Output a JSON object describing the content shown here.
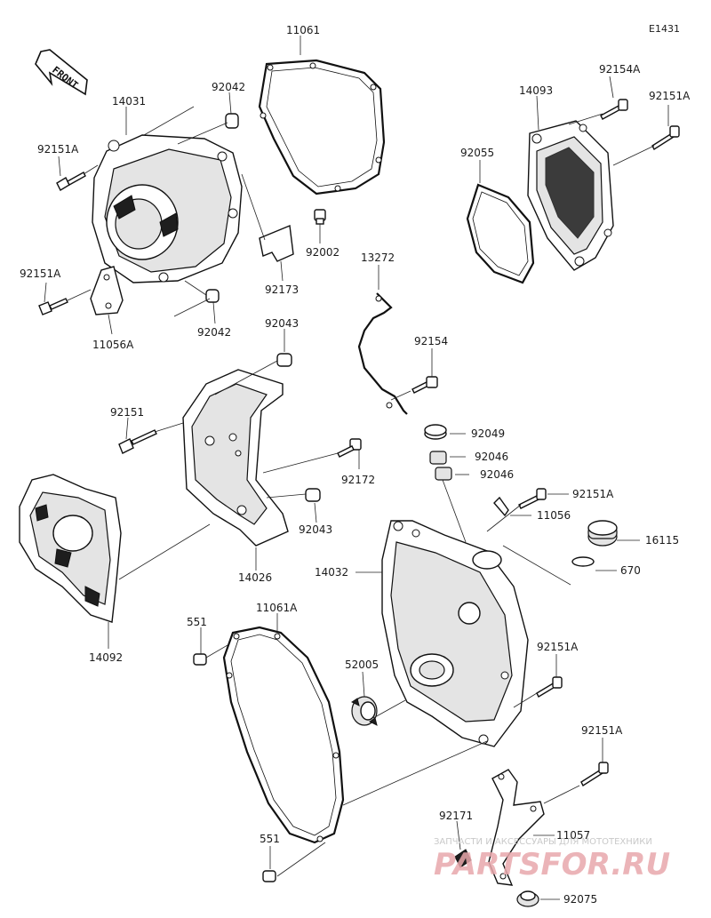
{
  "diagram": {
    "code": "E1431",
    "front_label": "FRONT",
    "parts": [
      {
        "id": "p11061",
        "label": "11061"
      },
      {
        "id": "p92042a",
        "label": "92042"
      },
      {
        "id": "p14031",
        "label": "14031"
      },
      {
        "id": "p92151A_a",
        "label": "92151A"
      },
      {
        "id": "p92002",
        "label": "92002"
      },
      {
        "id": "p92173",
        "label": "92173"
      },
      {
        "id": "p92151A_b",
        "label": "92151A"
      },
      {
        "id": "p11056A",
        "label": "11056A"
      },
      {
        "id": "p92042b",
        "label": "92042"
      },
      {
        "id": "p92154A",
        "label": "92154A"
      },
      {
        "id": "p14093",
        "label": "14093"
      },
      {
        "id": "p92151A_c",
        "label": "92151A"
      },
      {
        "id": "p92055",
        "label": "92055"
      },
      {
        "id": "p13272",
        "label": "13272"
      },
      {
        "id": "p92043a",
        "label": "92043"
      },
      {
        "id": "p92154",
        "label": "92154"
      },
      {
        "id": "p92151",
        "label": "92151"
      },
      {
        "id": "p92049",
        "label": "92049"
      },
      {
        "id": "p92046a",
        "label": "92046"
      },
      {
        "id": "p92046b",
        "label": "92046"
      },
      {
        "id": "p92172",
        "label": "92172"
      },
      {
        "id": "p92151A_d",
        "label": "92151A"
      },
      {
        "id": "p11056",
        "label": "11056"
      },
      {
        "id": "p92043b",
        "label": "92043"
      },
      {
        "id": "p16115",
        "label": "16115"
      },
      {
        "id": "p14032",
        "label": "14032"
      },
      {
        "id": "p670",
        "label": "670"
      },
      {
        "id": "p14026",
        "label": "14026"
      },
      {
        "id": "p14092",
        "label": "14092"
      },
      {
        "id": "p551a",
        "label": "551"
      },
      {
        "id": "p11061A",
        "label": "11061A"
      },
      {
        "id": "p92151A_e",
        "label": "92151A"
      },
      {
        "id": "p52005",
        "label": "52005"
      },
      {
        "id": "p92151A_f",
        "label": "92151A"
      },
      {
        "id": "p92171",
        "label": "92171"
      },
      {
        "id": "p11057",
        "label": "11057"
      },
      {
        "id": "p551b",
        "label": "551"
      },
      {
        "id": "p92075",
        "label": "92075"
      }
    ]
  },
  "watermark": {
    "tagline": "ЗАПЧАСТИ И АКСЕССУАРЫ ДЛЯ МОТОТЕХНИКИ",
    "logo": "PARTSFOR.RU"
  },
  "colors": {
    "ink": "#111111",
    "watermark_logo": "#e8a8ac",
    "watermark_text": "#c9c9c9"
  }
}
